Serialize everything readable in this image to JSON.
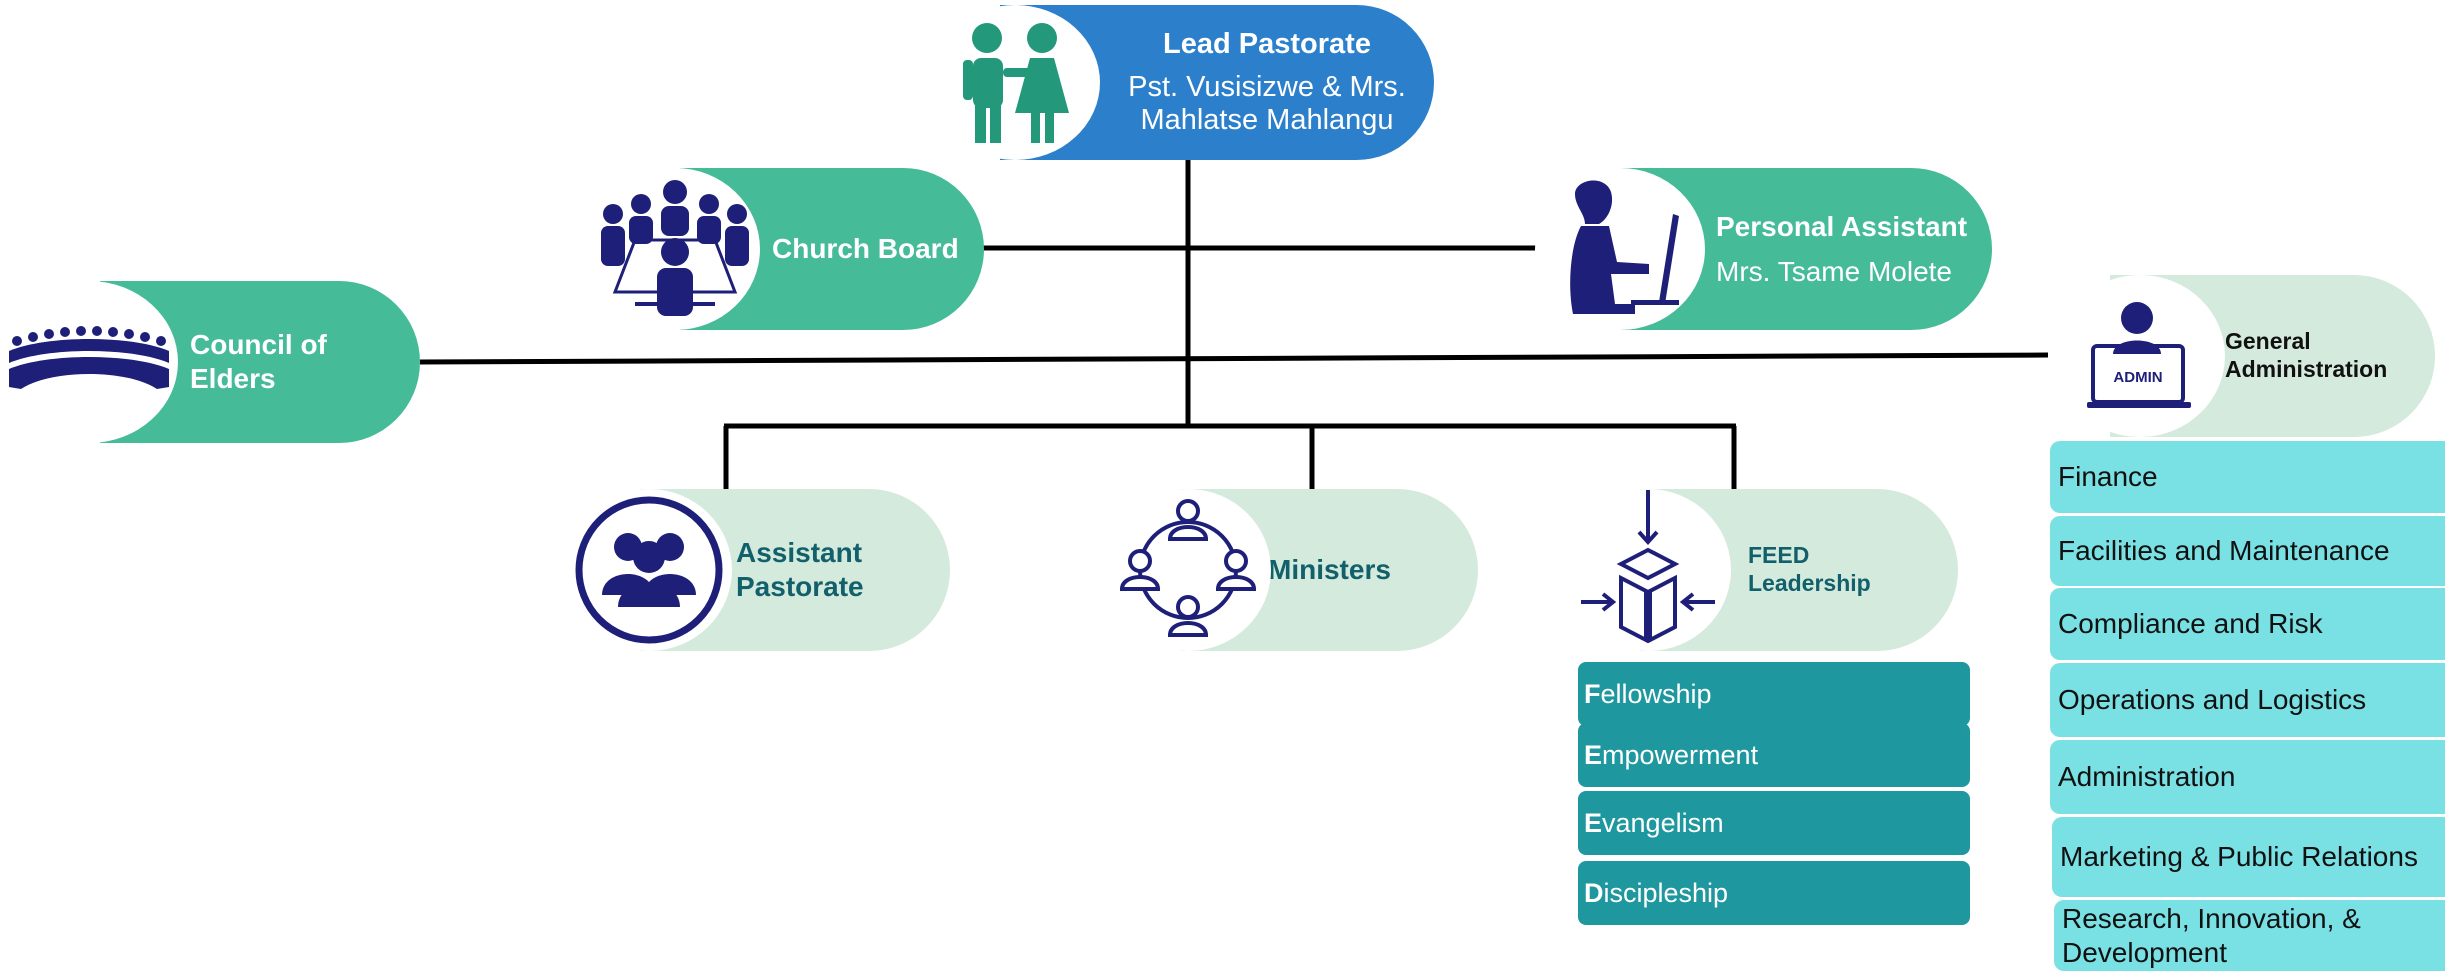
{
  "lead": {
    "title": "Lead Pastorate",
    "name_line1": "Pst. Vusisizwe & Mrs.",
    "name_line2": "Mahlatse Mahlangu"
  },
  "church_board": {
    "title": "Church Board"
  },
  "personal_assistant": {
    "title": "Personal Assistant",
    "name": "Mrs. Tsame Molete"
  },
  "council": {
    "title_line1": "Council of",
    "title_line2": "Elders"
  },
  "general_admin": {
    "title_line1": "General",
    "title_line2": "Administration",
    "icon_text": "ADMIN",
    "items": [
      "Finance",
      "Facilities and Maintenance",
      "Compliance and Risk",
      "Operations and Logistics",
      "Administration",
      "Marketing & Public Relations",
      "Research, Innovation, & Development"
    ]
  },
  "assistant": {
    "title_line1": "Assistant",
    "title_line2": "Pastorate"
  },
  "ministers": {
    "title": "Ministers"
  },
  "feed": {
    "title_line1": "FEED",
    "title_line2": "Leadership",
    "items": [
      {
        "first": "F",
        "rest": "ellowship"
      },
      {
        "first": "E",
        "rest": "mpowerment"
      },
      {
        "first": "E",
        "rest": "vangelism"
      },
      {
        "first": "D",
        "rest": "iscipleship"
      }
    ]
  },
  "colors": {
    "lead_blue": "#2b7fcb",
    "green": "#45bb98",
    "light_green": "#d4eadc",
    "teal": "#1f979e",
    "cyan": "#79e0e4",
    "navy": "#1e1f78",
    "dark_teal_text": "#12606b"
  }
}
